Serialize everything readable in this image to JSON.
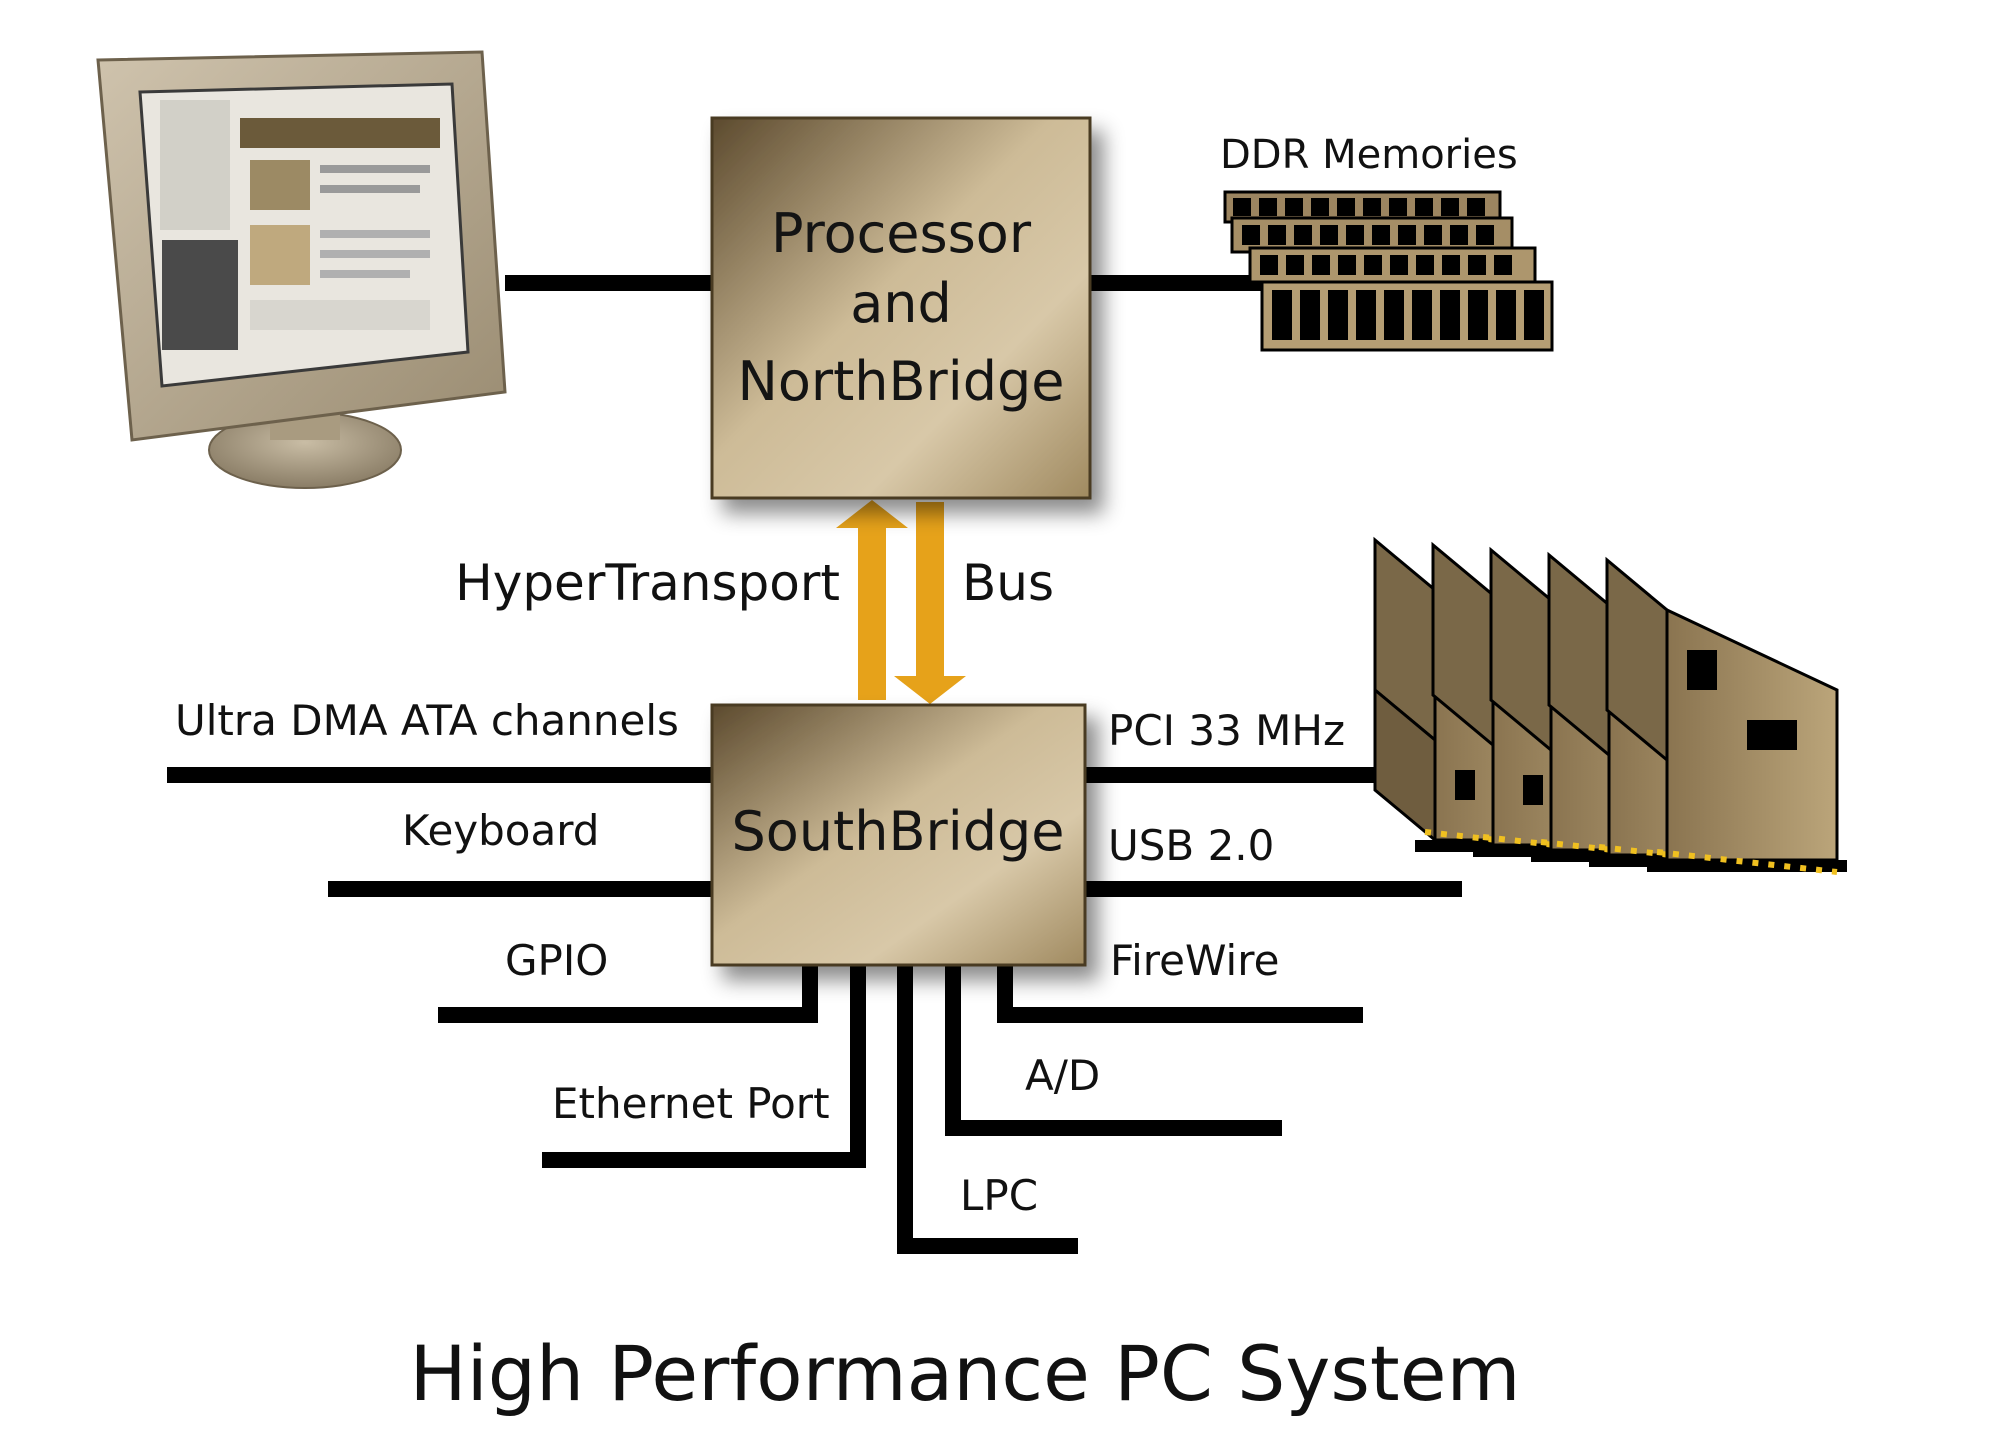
{
  "title": "High Performance PC System",
  "northbridge": {
    "lines": [
      "Processor",
      "and",
      "NorthBridge"
    ]
  },
  "southbridge": {
    "label": "SouthBridge"
  },
  "bus": {
    "left_label": "HyperTransport",
    "right_label": "Bus",
    "color": "#e6a21a"
  },
  "memory": {
    "label": "DDR Memories"
  },
  "left_interfaces": [
    "Ultra DMA ATA channels",
    "Keyboard",
    "GPIO",
    "Ethernet Port"
  ],
  "right_interfaces": [
    "PCI 33 MHz",
    "USB 2.0",
    "FireWire",
    "A/D",
    "LPC"
  ],
  "colors": {
    "chip_light": "#d3c2a0",
    "chip_dark": "#6e5c3c",
    "line": "#000000",
    "accent": "#e6a21a"
  },
  "icons": [
    "monitor-icon",
    "memory-modules-icon",
    "pci-cards-icon"
  ]
}
